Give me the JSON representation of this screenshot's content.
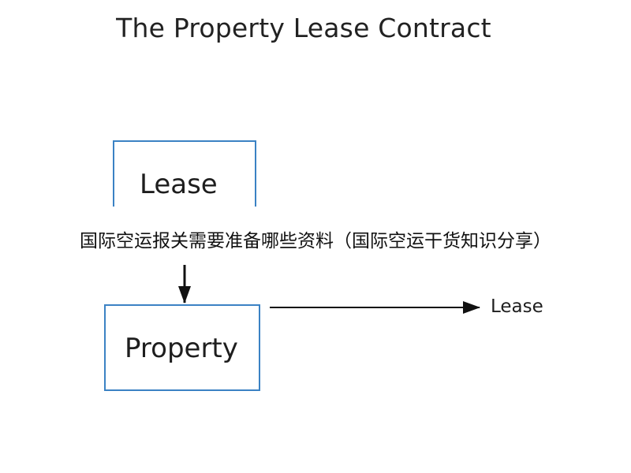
{
  "diagram": {
    "title": "The Property Lease Contract",
    "nodes": {
      "lease": "Lease",
      "property": "Property"
    },
    "edge_label": "Lease"
  },
  "overlay": {
    "banner_text": "国际空运报关需要准备哪些资料（国际空运干货知识分享）"
  },
  "colors": {
    "box_border": "#3b82c4",
    "arrow": "#111111",
    "text": "#1e1e1e",
    "background": "#ffffff"
  }
}
